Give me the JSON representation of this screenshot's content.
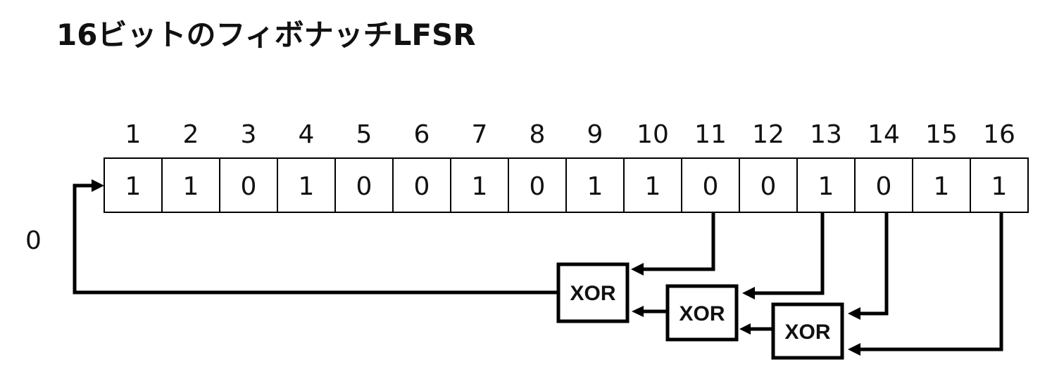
{
  "title": "16ビットのフィボナッチLFSR",
  "side_label": "0",
  "register": {
    "indices": [
      "1",
      "2",
      "3",
      "4",
      "5",
      "6",
      "7",
      "8",
      "9",
      "10",
      "11",
      "12",
      "13",
      "14",
      "15",
      "16"
    ],
    "bits": [
      "1",
      "1",
      "0",
      "1",
      "0",
      "0",
      "1",
      "0",
      "1",
      "1",
      "0",
      "0",
      "1",
      "0",
      "1",
      "1"
    ]
  },
  "xor_gates": [
    {
      "label": "XOR"
    },
    {
      "label": "XOR"
    },
    {
      "label": "XOR"
    }
  ],
  "taps": [
    "11",
    "13",
    "14",
    "16"
  ],
  "colors": {
    "line": "#000000",
    "background": "#ffffff"
  }
}
